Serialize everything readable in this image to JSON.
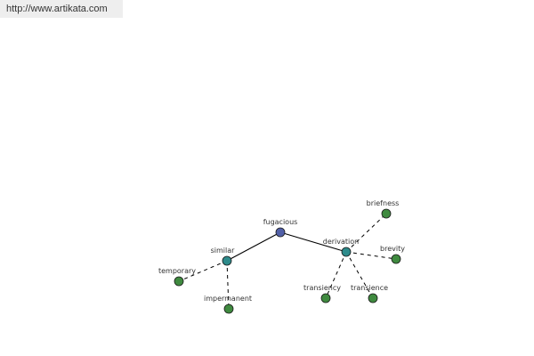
{
  "site": {
    "url": "http://www.artikata.com"
  },
  "graph": {
    "colors": {
      "root_node": "#5160a8",
      "relation_node": "#2e8b8b",
      "leaf_node": "#3f8a3f",
      "node_outline": "#1a1a1a",
      "edge": "#000000"
    },
    "nodes": [
      {
        "id": "fugacious",
        "label": "fugacious",
        "kind": "root"
      },
      {
        "id": "similar",
        "label": "similar",
        "kind": "relation"
      },
      {
        "id": "derivation",
        "label": "derivation",
        "kind": "relation"
      },
      {
        "id": "temporary",
        "label": "temporary",
        "kind": "leaf"
      },
      {
        "id": "impermanent",
        "label": "impermanent",
        "kind": "leaf"
      },
      {
        "id": "briefness",
        "label": "briefness",
        "kind": "leaf"
      },
      {
        "id": "brevity",
        "label": "brevity",
        "kind": "leaf"
      },
      {
        "id": "transiency",
        "label": "transiency",
        "kind": "leaf"
      },
      {
        "id": "transience",
        "label": "transience",
        "kind": "leaf"
      }
    ],
    "edges": [
      {
        "from": "fugacious",
        "to": "similar",
        "style": "solid"
      },
      {
        "from": "fugacious",
        "to": "derivation",
        "style": "solid"
      },
      {
        "from": "similar",
        "to": "temporary",
        "style": "dashed"
      },
      {
        "from": "similar",
        "to": "impermanent",
        "style": "dashed"
      },
      {
        "from": "derivation",
        "to": "briefness",
        "style": "dashed"
      },
      {
        "from": "derivation",
        "to": "brevity",
        "style": "dashed"
      },
      {
        "from": "derivation",
        "to": "transiency",
        "style": "dashed"
      },
      {
        "from": "derivation",
        "to": "transience",
        "style": "dashed"
      }
    ]
  }
}
